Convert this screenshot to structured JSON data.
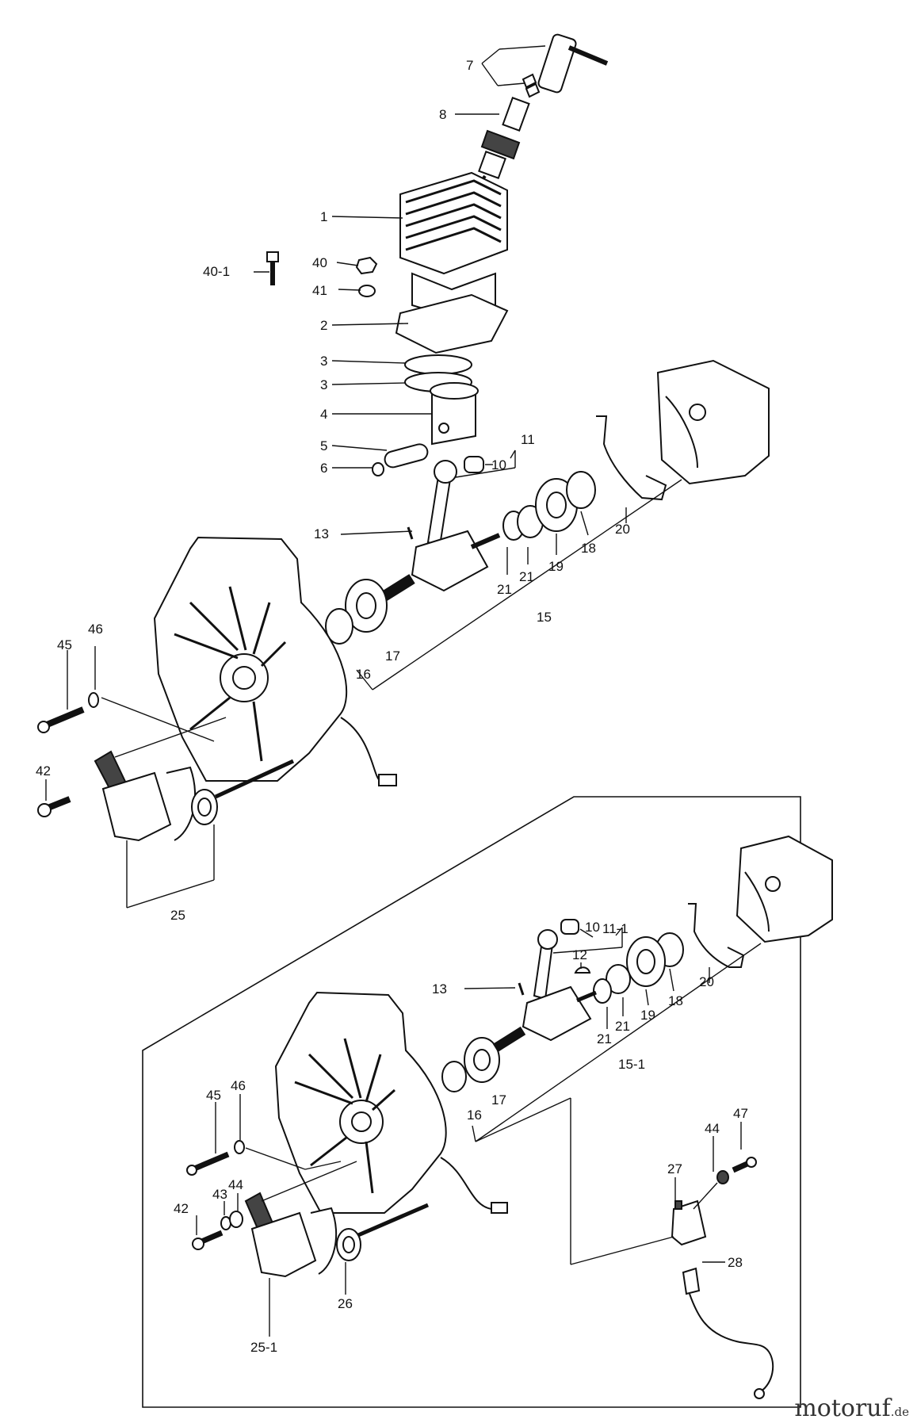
{
  "watermark": {
    "name": "motoruf",
    "ext": ".de"
  },
  "upper_assembly": {
    "labels": {
      "p7": "7",
      "p8": "8",
      "p1": "1",
      "p40_1": "40-1",
      "p40": "40",
      "p41": "41",
      "p2": "2",
      "p3a": "3",
      "p3b": "3",
      "p4": "4",
      "p5": "5",
      "p6": "6",
      "p10": "10",
      "p11": "11",
      "p13": "13",
      "p21a": "21",
      "p21b": "21",
      "p19": "19",
      "p18": "18",
      "p20": "20",
      "p15": "15",
      "p16": "16",
      "p17": "17",
      "p45": "45",
      "p46": "46",
      "p42": "42",
      "p25": "25"
    }
  },
  "lower_assembly": {
    "labels": {
      "p11_1": "11-1",
      "p10": "10",
      "p12": "12",
      "p13": "13",
      "p21a": "21",
      "p21b": "21",
      "p19": "19",
      "p18": "18",
      "p20": "20",
      "p15_1": "15-1",
      "p16": "16",
      "p17": "17",
      "p45": "45",
      "p46": "46",
      "p47": "47",
      "p44a": "44",
      "p27": "27",
      "p42": "42",
      "p43": "43",
      "p44b": "44",
      "p26": "26",
      "p25_1": "25-1",
      "p28": "28"
    }
  }
}
